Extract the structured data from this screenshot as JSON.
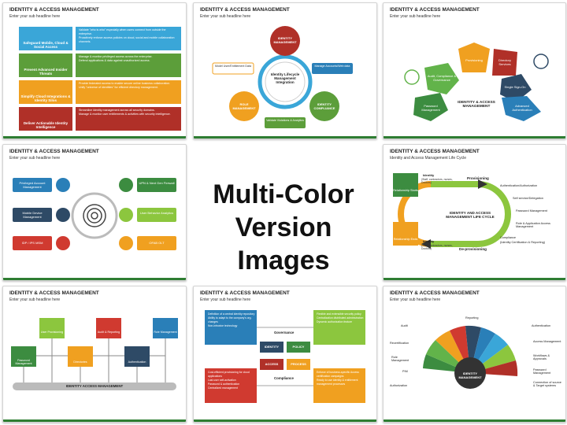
{
  "center": {
    "line1": "Multi-Color",
    "line2": "Version Images"
  },
  "slides": [
    {
      "title": "IDENTITY & ACCESS MANAGEMENT",
      "subtitle": "Enter your sub headline here",
      "rows": [
        {
          "label": "Safeguard Mobile, Cloud & Social Access",
          "color": "#3aa6d8",
          "b1": "Validate \"who is who\" especially when users connect from outside the enterprise.",
          "b2": "Proactively enforce access policies on cloud, social and mobile collaboration channels."
        },
        {
          "label": "Prevent Advanced Insider Threats",
          "color": "#5c9e3a",
          "b1": "Manage & monitor privileged access across the enterprise.",
          "b2": "Defend applications & data against unauthorized access."
        },
        {
          "label": "Simplify Cloud Integrations & Identity Silos",
          "color": "#f0a020",
          "b1": "Provide federated access to enable secure online business collaboration.",
          "b2": "Unify \"universe of identities\" for efficient directory management."
        },
        {
          "label": "Deliver Actionable Identity Intelligence",
          "color": "#b03028",
          "b1": "Streamline identity management across all security domains.",
          "b2": "Manage & monitor user entitlements & activities with security intelligence."
        }
      ]
    },
    {
      "title": "IDENTITY & ACCESS MANAGEMENT",
      "subtitle": "Enter your sub headline here",
      "center": "Identity Lifecycle Management Integration",
      "nodes": [
        "IDENTITY MANAGEMENT",
        "IDENTITY COMPLIANCE",
        "ROLE MANAGEMENT"
      ],
      "tags": [
        "Model User/Entitlement Data",
        "Manage Accounts/Web data",
        "Validate Violations & Analytics"
      ]
    },
    {
      "title": "IDENTITY & ACCESS MANAGEMENT",
      "subtitle": "Enter your sub headline here",
      "center": "IDENTITY & ACCESS MANAGEMENT",
      "petals": [
        "Provisioning",
        "Directory Services",
        "Single Sign-On",
        "Advanced Authentication",
        "Password Management",
        "Audit, Compliance & Governance"
      ]
    },
    {
      "title": "IDENTITY & ACCESS MANAGEMENT",
      "subtitle": "Enter your sub headline here",
      "left": [
        "Privileged Account Management",
        "Mobile Device Management",
        "IDP / IPS MSM"
      ],
      "right": [
        "UPN & Next Gen Firewall",
        "User Behavior Analytics",
        "OFAB OLT"
      ]
    },
    {
      "title": "IDENTITY & ACCESS MANAGEMENT",
      "subtitle": "Identity and Access Management Life Cycle",
      "center": "IDENTITY AND ACCESS MANAGEMENT LIFE CYCLE",
      "top": "Provisioning",
      "bottom": "De-provisioning",
      "boxes": [
        "Relationship Starts",
        "Relationship Ends"
      ],
      "identity1": "Identity",
      "identity1sub": "(Staff, contractors, nurses, Doctors)",
      "identity2": "Identity",
      "identity2sub": "(Staff, contractors, nurses, Doctors)",
      "steps": [
        "Authentication/Authorization",
        "Self service/Delegation",
        "Password Management",
        "Role & Application Access Management",
        "Compliance",
        "(Identity Certification & Reporting)"
      ]
    },
    {
      "title": "IDENTITY & ACCESS MANAGEMENT",
      "subtitle": "Enter your sub headline here",
      "items": [
        "Password Management",
        "User Provisioning",
        "Directories",
        "Audit & Reporting",
        "Authentication",
        "Role Management"
      ],
      "base": "IDENTITY ACCESS MANAGEMENT"
    },
    {
      "title": "IDENTITY & ACCESS MANAGEMENT",
      "subtitle": "Enter your sub headline here",
      "quads": [
        "IDENTITY",
        "POLICY",
        "ACCESS",
        "PROCESS"
      ],
      "gov": "Governance",
      "comp": "Compliance",
      "tl": [
        "Definition of a central identity repository",
        "Ability to adapt to the company's org. changes",
        "Non-intrusive technology"
      ],
      "tr": [
        "Flexible and extensible security policy",
        "Centralization distributed administration",
        "Dynamic authorization feature"
      ],
      "bl": [
        "Cost-efficient provisioning for cloud applications",
        "Last user self-activation",
        "Password & authentication",
        "Centralized management"
      ],
      "br": [
        "Enforce of business-specific Access certification campaigns",
        "Ready to use identity & entitlement management processes"
      ]
    },
    {
      "title": "IDENTITY & ACCESS MANAGEMENT",
      "subtitle": "Enter your sub headline here",
      "center": "IDENTITY MANAGEMENT",
      "leftLabels": [
        "Audit",
        "Recertification",
        "Role Management",
        "PIM",
        "Authorization"
      ],
      "topLabel": "Reporting",
      "rightLabels": [
        "Authentication",
        "Access Management",
        "Workflows & Approvals",
        "Password Management",
        "Connection of source & Target systems"
      ]
    }
  ]
}
